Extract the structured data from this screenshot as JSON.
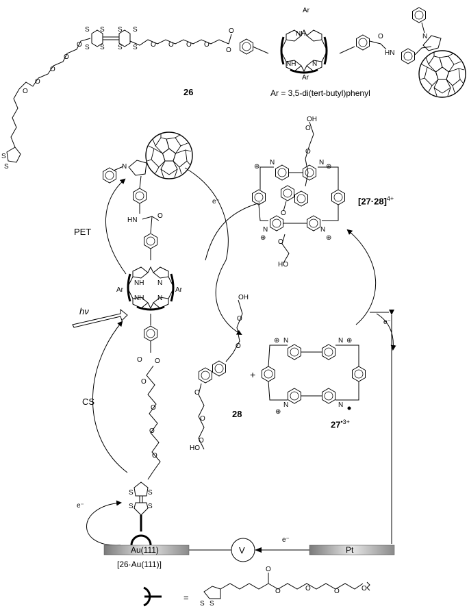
{
  "compound_26": {
    "label": "26",
    "ar_note": "Ar = 3,5-di(tert-butyl)phenyl"
  },
  "assembly": {
    "label_27_28": "[27·28]",
    "charge_4plus": "4+",
    "label_28": "28",
    "label_27": "27",
    "charge_27": "•3+",
    "plus_sign": "+"
  },
  "process_labels": {
    "pet": "PET",
    "cs": "CS",
    "hv": "hν",
    "electron": "e⁻"
  },
  "electrode": {
    "au": "Au(111)",
    "pt": "Pt",
    "voltmeter": "V",
    "au_label": "[26·Au(111)]"
  },
  "legend": {
    "equals": "="
  },
  "atom_labels": {
    "ar": "Ar",
    "nh": "NH",
    "hn": "HN",
    "n": "N",
    "s": "S",
    "o": "O",
    "oh": "OH",
    "ho": "HO",
    "n_plus": "⊕"
  }
}
